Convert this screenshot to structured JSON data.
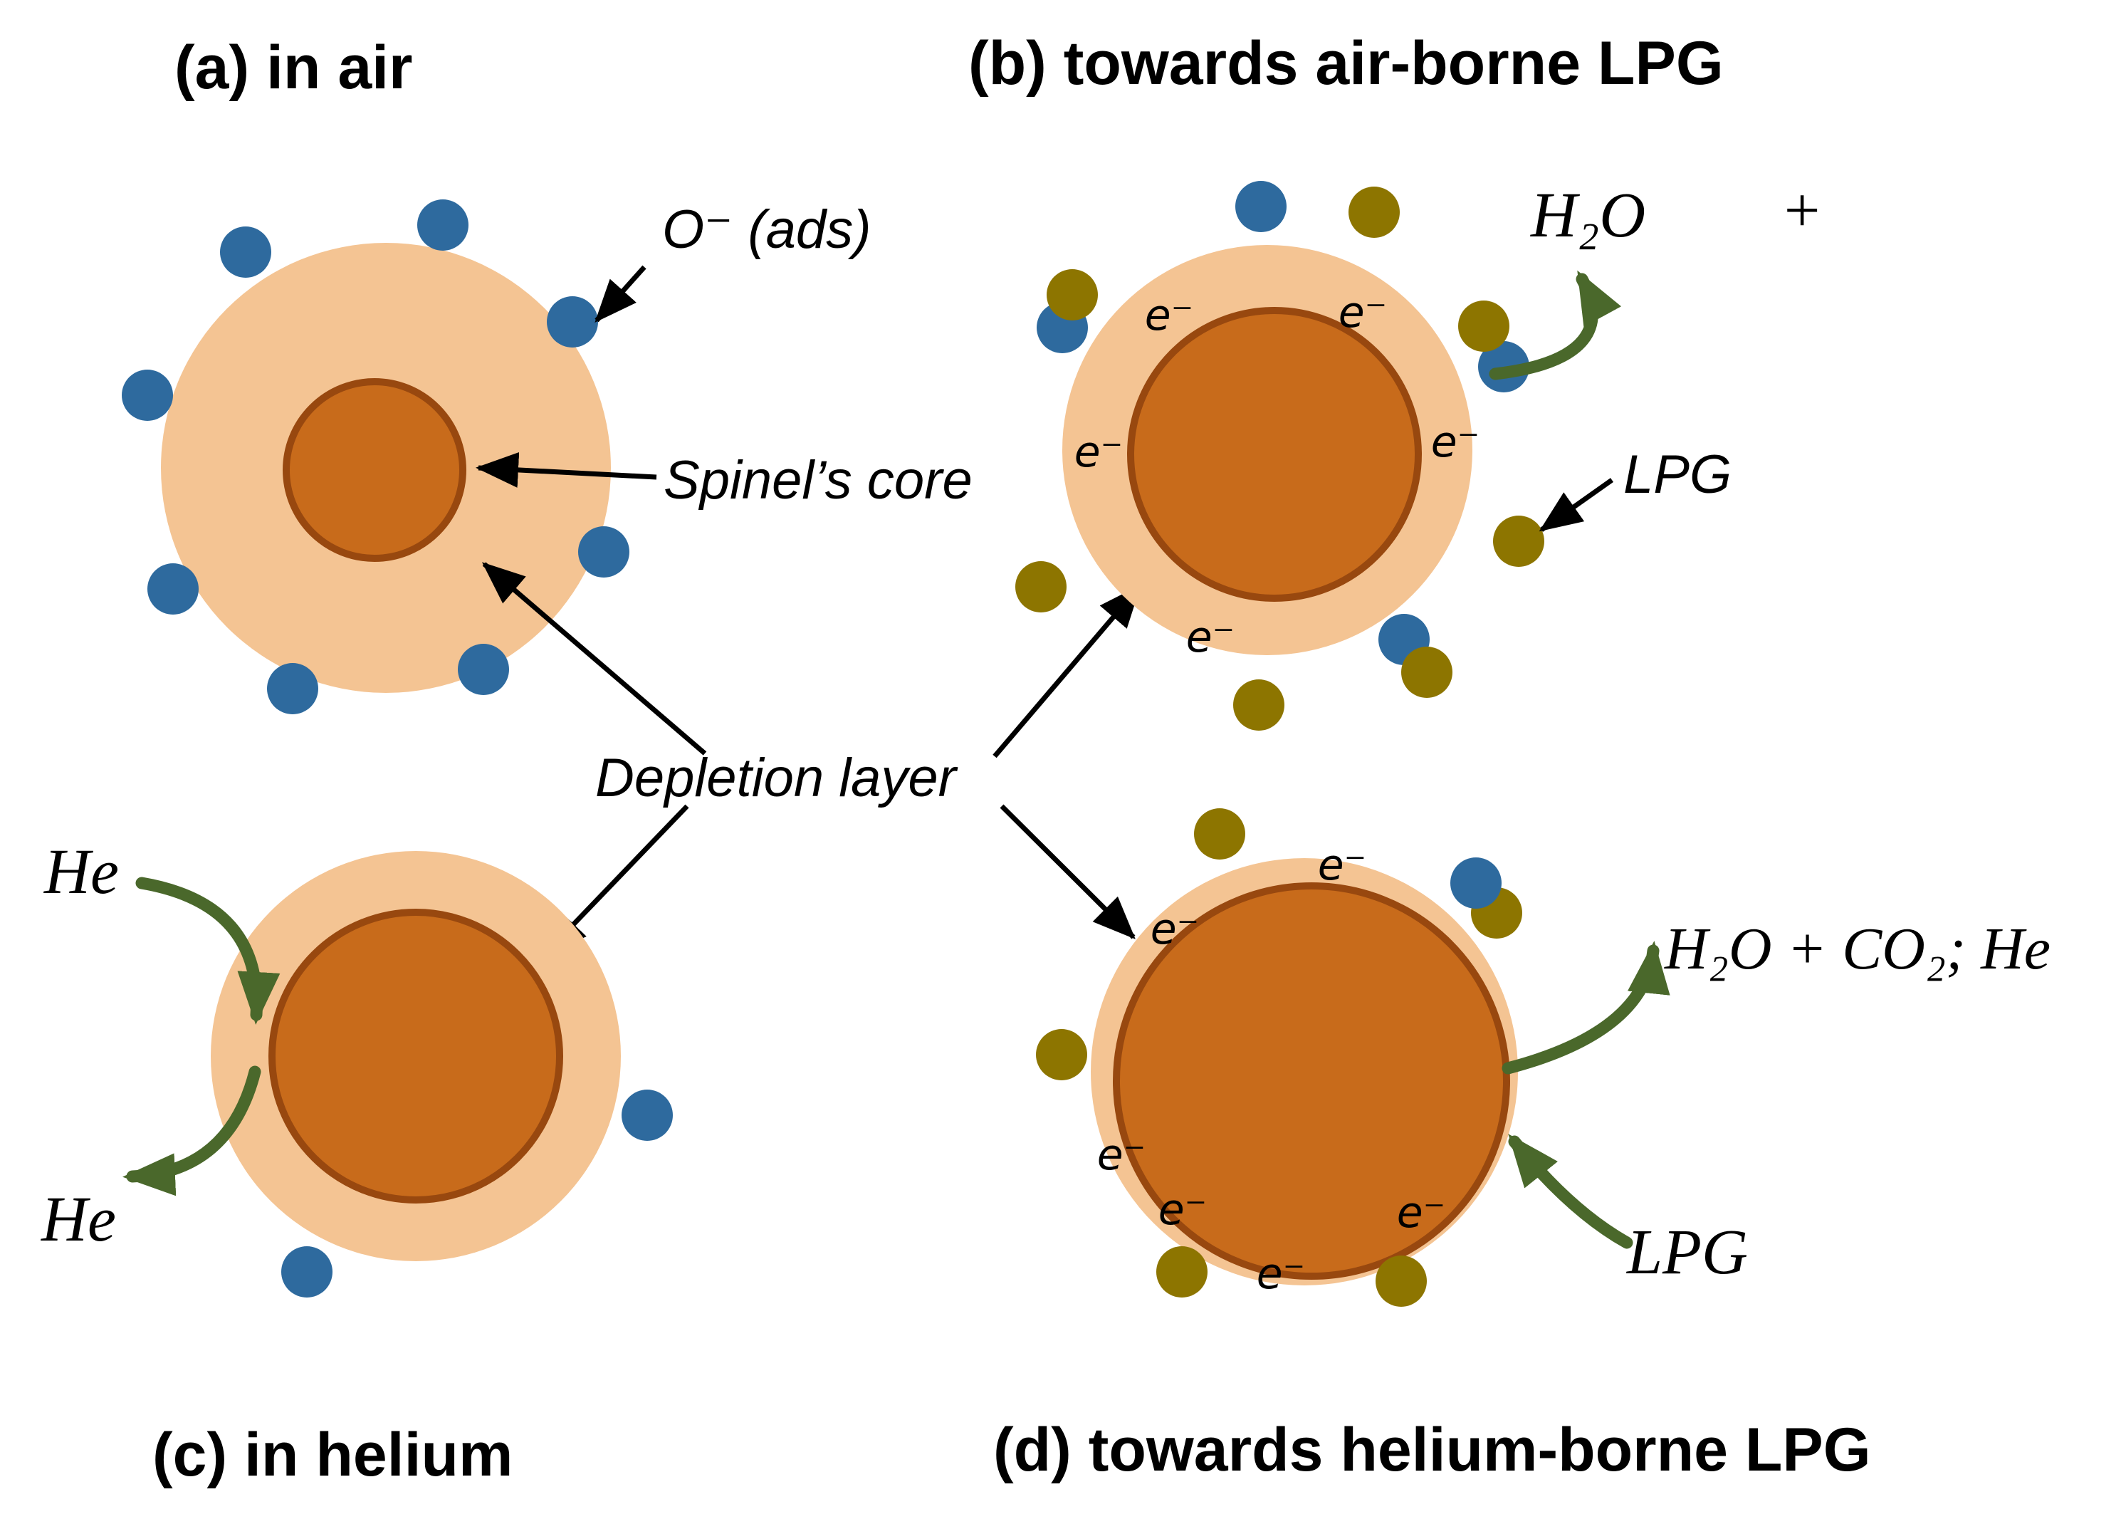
{
  "panels": {
    "a": {
      "title": "(a) in air"
    },
    "b": {
      "title": "(b) towards air-borne LPG"
    },
    "c": {
      "title": "(c) in helium"
    },
    "d": {
      "title": "(d) towards helium-borne LPG"
    }
  },
  "labels": {
    "adsorbed_oxygen": "O⁻ (ads)",
    "spinel_core": "Spinel’s core",
    "depletion_layer": "Depletion layer",
    "electron": "e⁻",
    "water": "H₂O",
    "plus": "+",
    "lpg_air": "LPG",
    "helium_in": "He",
    "helium_out": "He",
    "helium_products": "H₂O + CO₂; He",
    "lpg_helium": "LPG"
  },
  "colors": {
    "background": "#FFFFFF",
    "depletion_layer": "#F4C493",
    "core_fill": "#C86B1B",
    "core_stroke": "#98480F",
    "oxygen_ion": "#2E6A9E",
    "lpg_molecule": "#8D7500",
    "reaction_arrow": "#4A682B",
    "annotation_arrow": "#000000",
    "text": "#000000"
  }
}
